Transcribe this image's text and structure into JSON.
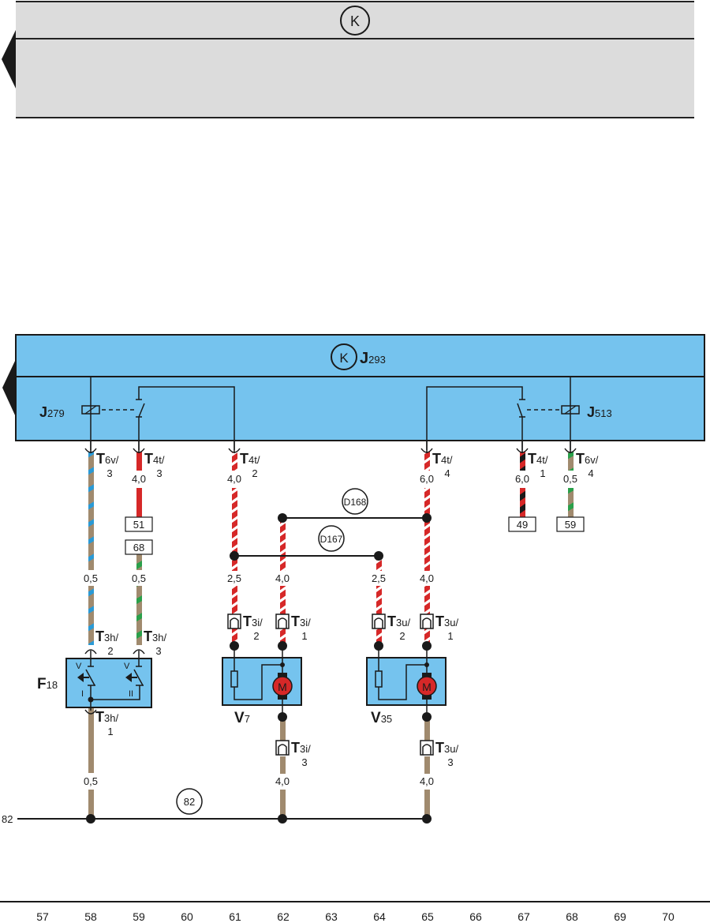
{
  "top_panel": {
    "symbol": "K",
    "fill": "#dcdcdc"
  },
  "control_unit": {
    "symbol": "K",
    "name": "J",
    "name_sub": "293",
    "fill": "#75c3ee",
    "relays": [
      {
        "name": "J",
        "sub": "279"
      },
      {
        "name": "J",
        "sub": "513"
      }
    ]
  },
  "pins": [
    {
      "id": "t6v3",
      "name": "T",
      "sub": "6v/",
      "pin": "3",
      "gauge": "0,5",
      "colors": [
        "#a08a6e",
        "#2a9ad6"
      ]
    },
    {
      "id": "t4t3",
      "name": "T",
      "sub": "4t/",
      "pin": "3",
      "gauge": "4,0",
      "colors": [
        "#d62828"
      ]
    },
    {
      "id": "t4t2",
      "name": "T",
      "sub": "4t/",
      "pin": "2",
      "gauge": "4,0",
      "colors": [
        "#d62828",
        "#ffffff"
      ]
    },
    {
      "id": "t4t4",
      "name": "T",
      "sub": "4t/",
      "pin": "4",
      "gauge": "6,0",
      "colors": [
        "#d62828",
        "#ffffff"
      ]
    },
    {
      "id": "t4t1",
      "name": "T",
      "sub": "4t/",
      "pin": "1",
      "gauge": "6,0",
      "colors": [
        "#d62828",
        "#1a1a1a"
      ]
    },
    {
      "id": "t6v4",
      "name": "T",
      "sub": "6v/",
      "pin": "4",
      "gauge": "0,5",
      "colors": [
        "#a08a6e",
        "#2aa04a"
      ]
    }
  ],
  "ref_boxes": [
    "51",
    "68",
    "49",
    "59"
  ],
  "splices": [
    "D168",
    "D167",
    "82"
  ],
  "gauges": {
    "t6v_lower": "0,5",
    "green_lower": "0,5",
    "v7_left": "2,5",
    "v7_right": "4,0",
    "v35_left": "2,5",
    "v35_right": "4,0",
    "f18_out": "0,5",
    "v7_ground": "4,0",
    "v35_ground": "4,0"
  },
  "connectors": [
    {
      "name": "T",
      "sub": "3h/",
      "pin": "2"
    },
    {
      "name": "T",
      "sub": "3h/",
      "pin": "3"
    },
    {
      "name": "T",
      "sub": "3h/",
      "pin": "1"
    },
    {
      "name": "T",
      "sub": "3i/",
      "pin": "2"
    },
    {
      "name": "T",
      "sub": "3i/",
      "pin": "1"
    },
    {
      "name": "T",
      "sub": "3u/",
      "pin": "2"
    },
    {
      "name": "T",
      "sub": "3u/",
      "pin": "1"
    },
    {
      "name": "T",
      "sub": "3i/",
      "pin": "3"
    },
    {
      "name": "T",
      "sub": "3u/",
      "pin": "3"
    }
  ],
  "components": {
    "f18": {
      "name": "F",
      "sub": "18",
      "switch_labels": [
        "V",
        "V",
        "I",
        "II"
      ]
    },
    "v7": {
      "name": "V",
      "sub": "7",
      "motor": "M"
    },
    "v35": {
      "name": "V",
      "sub": "35",
      "motor": "M"
    }
  },
  "ground_ref": "82",
  "track_numbers": [
    "57",
    "58",
    "59",
    "60",
    "61",
    "62",
    "63",
    "64",
    "65",
    "66",
    "67",
    "68",
    "69",
    "70"
  ]
}
